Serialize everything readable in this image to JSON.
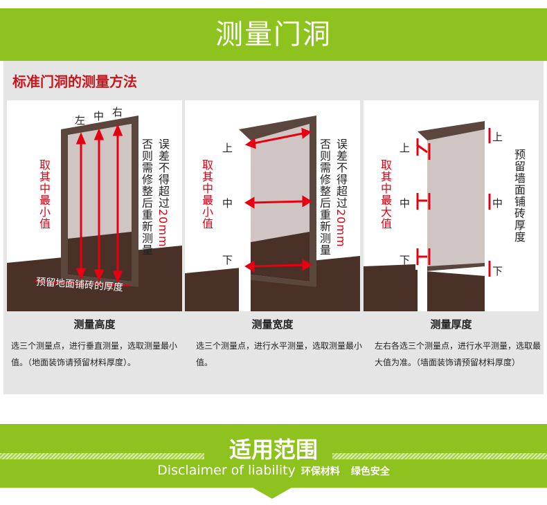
{
  "header": {
    "title": "测量门洞"
  },
  "method": {
    "title": "标准门洞的测量方法"
  },
  "panels": [
    {
      "caption": "测量高度",
      "desc": "选三个测量点，进行垂直测量，选取测量最小值。（地面装饰请预留材料厚度）。",
      "labels": {
        "left": "左",
        "mid": "中",
        "right": "右",
        "take": "取其中最小值",
        "redo": "否则需修整后重新测量",
        "err": "误差不得超过",
        "mm": "20mm",
        "floor": "预留地面铺砖的厚度"
      }
    },
    {
      "caption": "测量宽度",
      "desc": "选三个测量点，进行水平测量，选取测量最小值。",
      "labels": {
        "top": "上",
        "mid": "中",
        "bottom": "下",
        "take": "取其中最小值",
        "redo": "否则需修整后重新测量",
        "err": "误差不得超过",
        "mm": "20mm"
      }
    },
    {
      "caption": "测量厚度",
      "desc": "左右各选三个测量点，进行水平测量，选取最大值为准。（墙面装饰请预留材料厚度）",
      "labels": {
        "top": "上",
        "mid": "中",
        "bottom": "下",
        "take": "取其中最大值",
        "reserve": "预留墙面铺砖厚度"
      }
    }
  ],
  "scope": {
    "title": "适用范围",
    "subtitle": "Disclaimer of liability",
    "tag1": "环保材料",
    "tag2": "绿色安全"
  },
  "colors": {
    "green": "#8ec21f",
    "red": "#e60012",
    "floor": "#4a3128"
  }
}
